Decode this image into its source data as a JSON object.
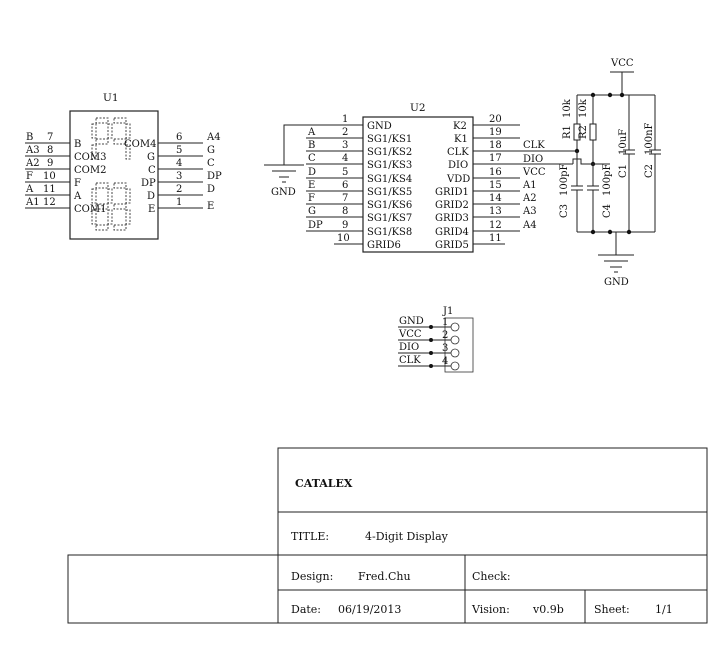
{
  "u1": {
    "ref": "U1",
    "left_pins": [
      {
        "net": "B",
        "num": "7",
        "name": "B"
      },
      {
        "net": "A3",
        "num": "8",
        "name": "COM3"
      },
      {
        "net": "A2",
        "num": "9",
        "name": "COM2"
      },
      {
        "net": "F",
        "num": "10",
        "name": "F"
      },
      {
        "net": "A",
        "num": "11",
        "name": "A"
      },
      {
        "net": "A1",
        "num": "12",
        "name": "COM1"
      }
    ],
    "right_pins": [
      {
        "name": "COM4",
        "num": "6",
        "net": "A4"
      },
      {
        "name": "G",
        "num": "5",
        "net": "G"
      },
      {
        "name": "C",
        "num": "4",
        "net": "C"
      },
      {
        "name": "DP",
        "num": "3",
        "net": "DP"
      },
      {
        "name": "D",
        "num": "2",
        "net": "D"
      },
      {
        "name": "E",
        "num": "1",
        "net": "E"
      }
    ]
  },
  "u2": {
    "ref": "U2",
    "left_pins": [
      {
        "net": "",
        "num": "1",
        "name": "GND"
      },
      {
        "net": "A",
        "num": "2",
        "name": "SG1/KS1"
      },
      {
        "net": "B",
        "num": "3",
        "name": "SG1/KS2"
      },
      {
        "net": "C",
        "num": "4",
        "name": "SG1/KS3"
      },
      {
        "net": "D",
        "num": "5",
        "name": "SG1/KS4"
      },
      {
        "net": "E",
        "num": "6",
        "name": "SG1/KS5"
      },
      {
        "net": "F",
        "num": "7",
        "name": "SG1/KS6"
      },
      {
        "net": "G",
        "num": "8",
        "name": "SG1/KS7"
      },
      {
        "net": "DP",
        "num": "9",
        "name": "SG1/KS8"
      },
      {
        "net": "",
        "num": "10",
        "name": "GRID6"
      }
    ],
    "right_pins": [
      {
        "name": "K2",
        "num": "20",
        "net": ""
      },
      {
        "name": "K1",
        "num": "19",
        "net": ""
      },
      {
        "name": "CLK",
        "num": "18",
        "net": "CLK"
      },
      {
        "name": "DIO",
        "num": "17",
        "net": "DIO"
      },
      {
        "name": "VDD",
        "num": "16",
        "net": "VCC"
      },
      {
        "name": "GRID1",
        "num": "15",
        "net": "A1"
      },
      {
        "name": "GRID2",
        "num": "14",
        "net": "A2"
      },
      {
        "name": "GRID3",
        "num": "13",
        "net": "A3"
      },
      {
        "name": "GRID4",
        "num": "12",
        "net": "A4"
      },
      {
        "name": "GRID5",
        "num": "11",
        "net": ""
      }
    ]
  },
  "gnd_label": "GND",
  "vcc_label": "VCC",
  "passives": {
    "r1": "R1",
    "r1_val": "10k",
    "r2": "R2",
    "r2_val": "10k",
    "c1": "C1",
    "c1_val": "10uF",
    "c2": "C2",
    "c2_val": "100nF",
    "c3": "C3",
    "c3_val": "100pF",
    "c4": "C4",
    "c4_val": "100pF"
  },
  "j1": {
    "ref": "J1",
    "pins": [
      {
        "net": "GND",
        "num": "1"
      },
      {
        "net": "VCC",
        "num": "2"
      },
      {
        "net": "DIO",
        "num": "3"
      },
      {
        "net": "CLK",
        "num": "4"
      }
    ]
  },
  "title_block": {
    "company": "CATALEX",
    "title_label": "TITLE:",
    "title_value": "4-Digit Display",
    "design_label": "Design:",
    "design_value": "Fred.Chu",
    "check_label": "Check:",
    "check_value": "",
    "date_label": "Date:",
    "date_value": "06/19/2013",
    "vision_label": "Vision:",
    "vision_value": "v0.9b",
    "sheet_label": "Sheet:",
    "sheet_value": "1/1"
  }
}
